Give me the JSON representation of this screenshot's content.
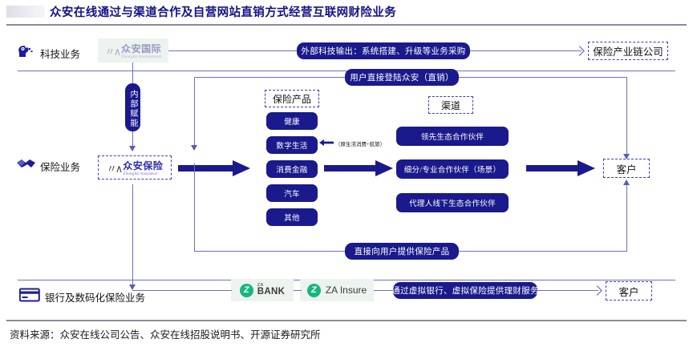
{
  "title": "众安在线通过与渠道合作及自营网站直销方式经营互联网财险业务",
  "footer": "资料来源：众安在线公司公告、众安在线招股说明书、开源证券研究所",
  "rows": [
    {
      "id": "tech",
      "label": "科技业务",
      "icon": "brain-gear-icon"
    },
    {
      "id": "ins",
      "label": "保险业务",
      "icon": "handshake-icon"
    },
    {
      "id": "banking",
      "label": "银行及数码化保险业务",
      "icon": "bank-card-icon"
    }
  ],
  "logos": {
    "zhongan_international": {
      "cn": "众安国际",
      "en": "ZhongAn International",
      "mark": "人人"
    },
    "zhongan_insurance": {
      "cn": "众安保险",
      "en": "ZhongAn Insurance",
      "mark": "人人"
    },
    "za_bank": {
      "small": "ZA",
      "big": "BANK",
      "badge": "Z"
    },
    "za_insure": {
      "text": "ZA Insure",
      "badge": "Z"
    }
  },
  "flows": {
    "tech_export": "外部科技输出：系统搭建、升级等业务采购",
    "direct_login": "用户直接登陆众安（直销）",
    "internal_empower": "内部赋能",
    "direct_supply": "直接向用户提供保险产品",
    "virtual_finance": "通过虚拟银行、虚拟保险提供理财服务"
  },
  "products": {
    "header": "保险产品",
    "note": "（原生活消费+航旅）",
    "items": [
      "健康",
      "数字生活",
      "消费金融",
      "汽车",
      "其他"
    ]
  },
  "channels": {
    "header": "渠道",
    "items": [
      "领先生态合作伙伴",
      "细分/专业合作伙伴（场景）",
      "代理人线下生态合作伙伴"
    ]
  },
  "endpoints": {
    "industry_chain": "保险产业链公司",
    "customer_top": "客户",
    "customer_bottom": "客户"
  },
  "colors": {
    "navy": "#1a1a8c",
    "title_blue": "#131387",
    "line_purple": "#6f6fbe",
    "dash_blue": "#3c3cc8",
    "za_green": "#16b582"
  }
}
